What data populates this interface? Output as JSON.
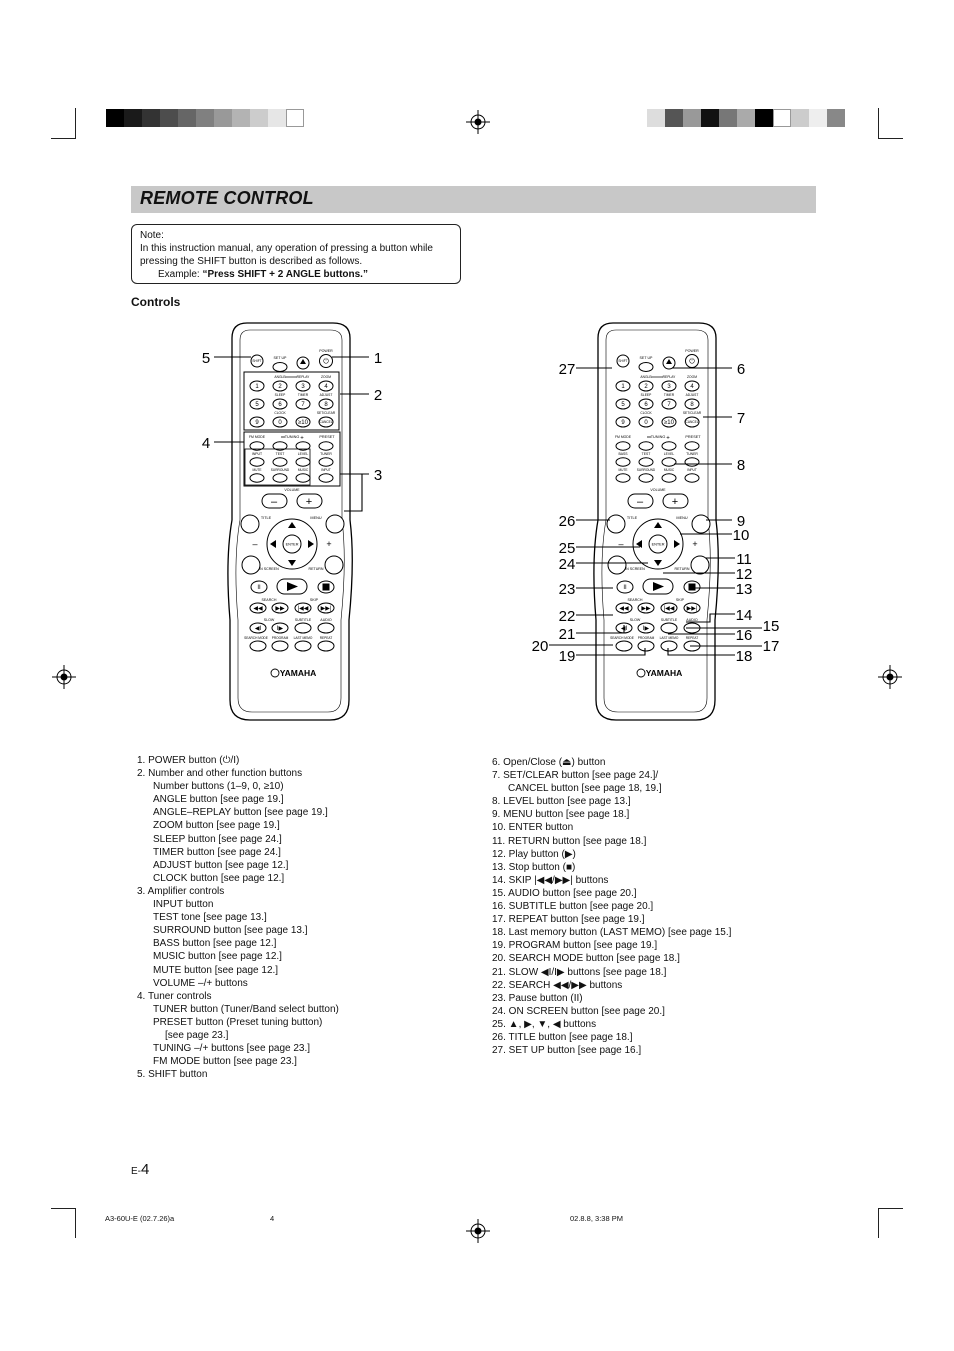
{
  "title": "REMOTE CONTROL",
  "note": {
    "label": "Note:",
    "body": "In this instruction manual, any operation of pressing a button while pressing the SHIFT button is described as follows.",
    "example_prefix": "Example: ",
    "example_bold": "“Press SHIFT + 2 ANGLE buttons.”"
  },
  "controls_heading": "Controls",
  "remote_labels": {
    "shift": "SHIFT",
    "setup": "SET UP",
    "power": "POWER",
    "angle": "ANGLE",
    "replay": "REPLAY",
    "zoom": "ZOOM",
    "sleep": "SLEEP",
    "timer": "TIMER",
    "adjust": "ADJUST",
    "clock": "CLOCK",
    "setclear": "SET/CLEAR",
    "cancel": "CANCEL",
    "fmmode": "FM MODE",
    "tuning": "TUNING",
    "preset": "PRESET",
    "input": "INPUT",
    "bass": "BASS",
    "test": "TEST",
    "level": "LEVEL",
    "tuner": "TUNER",
    "mute": "MUTE",
    "surround": "SURROUND",
    "music": "MUSIC",
    "volume": "VOLUME",
    "title": "TITLE",
    "menu": "MENU",
    "enter": "ENTER",
    "onscreen": "ON SCREEN",
    "return": "RETURN",
    "search": "SEARCH",
    "skip": "SKIP",
    "slow": "SLOW",
    "subtitle": "SUBTITLE",
    "audio": "AUDIO",
    "searchmode": "SEARCH MODE",
    "program": "PROGRAM",
    "lastmemo": "LAST MEMO",
    "repeat": "REPEAT",
    "brand": "YAMAHA"
  },
  "left_callouts": [
    "5",
    "1",
    "2",
    "4",
    "3"
  ],
  "right_callouts": [
    "27",
    "6",
    "7",
    "8",
    "26",
    "9",
    "10",
    "25",
    "24",
    "11",
    "12",
    "23",
    "13",
    "22",
    "14",
    "15",
    "21",
    "16",
    "20",
    "17",
    "19",
    "18"
  ],
  "list_left": [
    {
      "t": "item",
      "text": "1.  POWER button (⏻/I)"
    },
    {
      "t": "item",
      "text": "2.  Number and other function buttons"
    },
    {
      "t": "sub",
      "text": "Number buttons (1–9, 0, ≥10)"
    },
    {
      "t": "sub",
      "text": "ANGLE button [see page 19.]"
    },
    {
      "t": "sub",
      "text": "ANGLE–REPLAY button [see page 19.]"
    },
    {
      "t": "sub",
      "text": "ZOOM button [see page 19.]"
    },
    {
      "t": "sub",
      "text": "SLEEP button [see page 24.]"
    },
    {
      "t": "sub",
      "text": "TIMER button [see page 24.]"
    },
    {
      "t": "sub",
      "text": "ADJUST button [see page 12.]"
    },
    {
      "t": "sub",
      "text": "CLOCK button [see page 12.]"
    },
    {
      "t": "item",
      "text": "3.  Amplifier controls"
    },
    {
      "t": "sub",
      "text": "INPUT button"
    },
    {
      "t": "sub",
      "text": "TEST tone [see page 13.]"
    },
    {
      "t": "sub",
      "text": "SURROUND button [see page 13.]"
    },
    {
      "t": "sub",
      "text": "BASS button [see page 12.]"
    },
    {
      "t": "sub",
      "text": "MUSIC button [see page 12.]"
    },
    {
      "t": "sub",
      "text": "MUTE button [see page 12.]"
    },
    {
      "t": "sub",
      "text": "VOLUME –/+ buttons"
    },
    {
      "t": "item",
      "text": "4.  Tuner controls"
    },
    {
      "t": "sub",
      "text": "TUNER button (Tuner/Band select button)"
    },
    {
      "t": "sub",
      "text": "PRESET button (Preset tuning button)"
    },
    {
      "t": "sub2",
      "text": "[see page 23.]"
    },
    {
      "t": "sub",
      "text": "TUNING –/+ buttons [see page 23.]"
    },
    {
      "t": "sub",
      "text": "FM MODE button [see page 23.]"
    },
    {
      "t": "item",
      "text": "5.  SHIFT button"
    }
  ],
  "list_right": [
    {
      "t": "item",
      "text": "6.  Open/Close (⏏) button"
    },
    {
      "t": "item",
      "text": "7.  SET/CLEAR button [see page 24.]/"
    },
    {
      "t": "sub",
      "text": "CANCEL button [see page 18, 19.]"
    },
    {
      "t": "item",
      "text": "8.  LEVEL button [see page 13.]"
    },
    {
      "t": "item",
      "text": "9.  MENU button [see page 18.]"
    },
    {
      "t": "item",
      "text": "10.  ENTER button"
    },
    {
      "t": "item",
      "text": "11.  RETURN button [see page 18.]"
    },
    {
      "t": "item",
      "text": "12.  Play button (▶)"
    },
    {
      "t": "item",
      "text": "13.  Stop button (■)"
    },
    {
      "t": "item",
      "text": "14.  SKIP |◀◀/▶▶| buttons"
    },
    {
      "t": "item",
      "text": "15.  AUDIO button [see page 20.]"
    },
    {
      "t": "item",
      "text": "16.  SUBTITLE button [see page 20.]"
    },
    {
      "t": "item",
      "text": "17.  REPEAT button [see page 19.]"
    },
    {
      "t": "item",
      "text": "18.  Last memory button (LAST MEMO) [see page 15.]"
    },
    {
      "t": "item",
      "text": "19.  PROGRAM button [see page 19.]"
    },
    {
      "t": "item",
      "text": "20.  SEARCH MODE button [see page 18.]"
    },
    {
      "t": "item",
      "text": "21.  SLOW ◀I/I▶ buttons [see page 18.]"
    },
    {
      "t": "item",
      "text": "22.  SEARCH ◀◀/▶▶ buttons"
    },
    {
      "t": "item",
      "text": "23.  Pause button (II)"
    },
    {
      "t": "item",
      "text": "24.  ON SCREEN button [see page 20.]"
    },
    {
      "t": "item",
      "text": "25.  ▲, ▶, ▼, ◀ buttons"
    },
    {
      "t": "item",
      "text": "26.  TITLE button [see page 18.]"
    },
    {
      "t": "item",
      "text": "27.  SET UP button [see page 16.]"
    }
  ],
  "page_label_prefix": "E-",
  "page_label_num": "4",
  "footer": {
    "left": "A3-60U-E (02.7.26)a",
    "center": "4",
    "right": "02.8.8, 3:38 PM"
  },
  "colors": {
    "title_band": "#c8c8c8"
  }
}
